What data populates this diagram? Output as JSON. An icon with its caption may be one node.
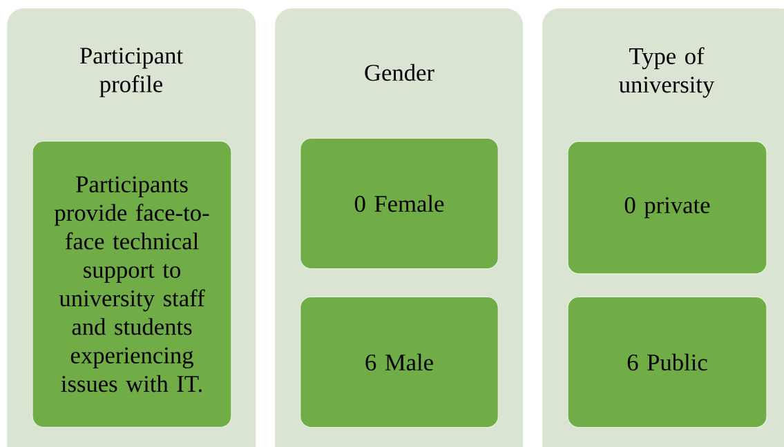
{
  "diagram": {
    "nodes": [
      {
        "text": [
          "Participant profile"
        ]
      },
      {
        "text": [
          "Participants provide face-to-face technical support to university staff and students experiencing issues with IT."
        ],
        "in": 0
      },
      {
        "text": [
          "Gender"
        ]
      },
      {
        "text": [
          "0 Female"
        ],
        "in": 2
      },
      {
        "text": [
          "6 Male"
        ],
        "in": 2
      },
      {
        "text": [
          "Type of university"
        ]
      },
      {
        "text": [
          "0 private"
        ],
        "in": 5
      },
      {
        "text": [
          "6 Public"
        ],
        "in": 5
      }
    ]
  }
}
